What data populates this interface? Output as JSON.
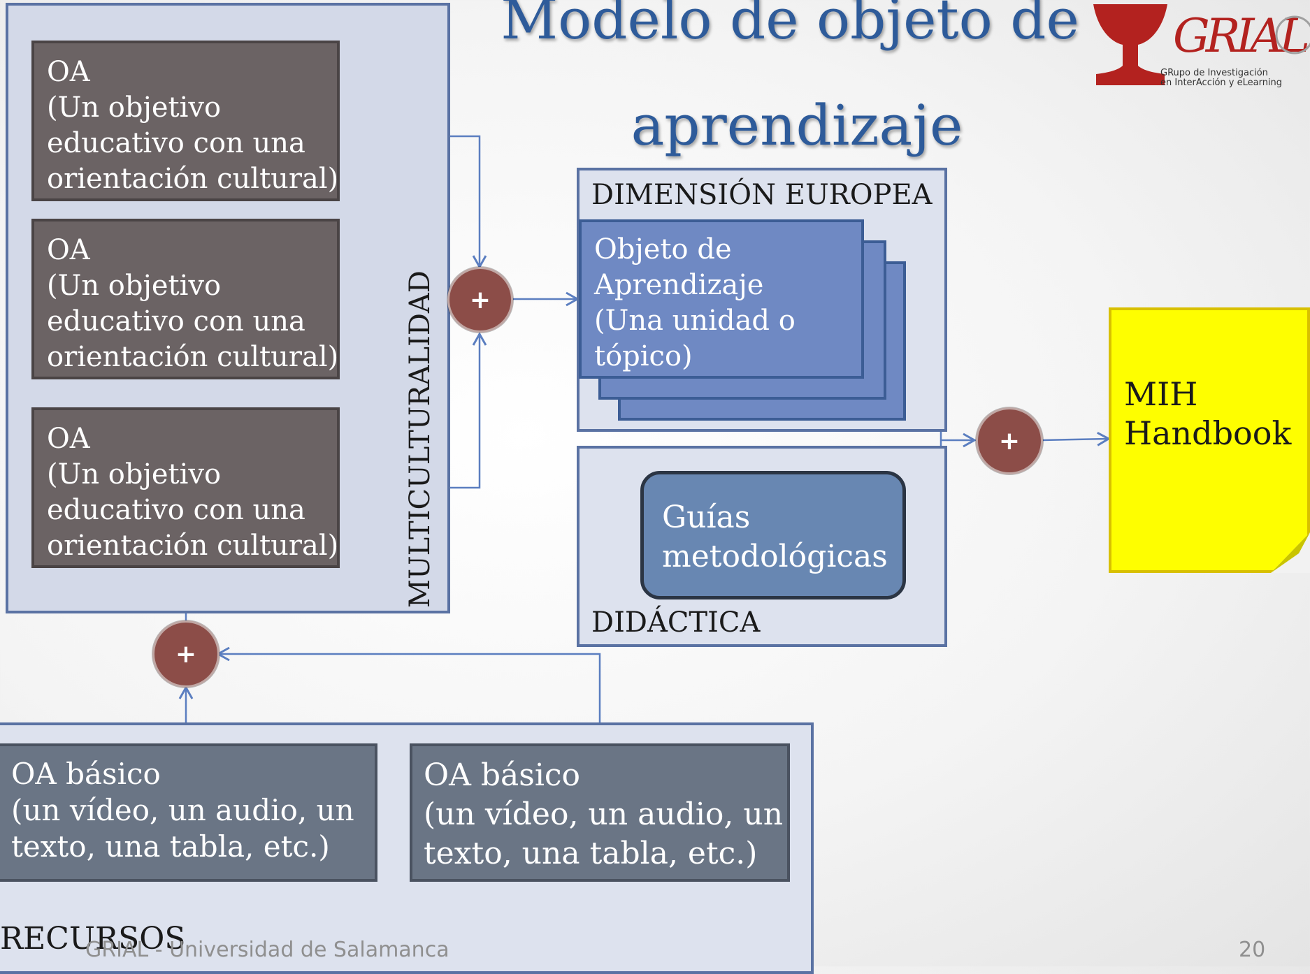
{
  "title": {
    "line1": "Modelo de objeto de",
    "line2": "aprendizaje"
  },
  "logo": {
    "letters": "GRIAL",
    "line1": "GRupo de Investigación",
    "line2": "en InterAcción y eLearning"
  },
  "multiculturalidad": {
    "label": "MULTICULTURALIDAD",
    "boxes": [
      {
        "l1": "OA",
        "l2": "(Un objetivo",
        "l3": "educativo con una",
        "l4": "orientación cultural)"
      },
      {
        "l1": "OA",
        "l2": "(Un objetivo",
        "l3": "educativo con una",
        "l4": "orientación cultural)"
      },
      {
        "l1": "OA",
        "l2": "(Un objetivo",
        "l3": "educativo con una",
        "l4": "orientación cultural)"
      }
    ]
  },
  "dimension": {
    "label": "DIMENSIÓN EUROPEA",
    "lo": {
      "l1": "Objeto de",
      "l2": "Aprendizaje",
      "l3": "(Una unidad o",
      "l4": "tópico)"
    }
  },
  "didactica": {
    "label": "DIDÁCTICA",
    "guias": {
      "l1": "Guías",
      "l2": "metodológicas"
    }
  },
  "recursos": {
    "label": "RECURSOS",
    "boxes": [
      {
        "l1": "OA básico",
        "l2": "(un vídeo, un audio, un",
        "l3": "texto, una tabla, etc.)"
      },
      {
        "l1": "OA básico",
        "l2": "(un vídeo, un audio, un",
        "l3": "texto, una tabla, etc.)"
      }
    ]
  },
  "handbook": {
    "l1": "MIH",
    "l2": "Handbook"
  },
  "plus_symbol": "+",
  "footer": {
    "text": "GRIAL - Universidad de Salamanca",
    "page": "20"
  },
  "colors": {
    "accent": "#2e5b9a",
    "plus": "#8c4d48",
    "note": "#fefe00",
    "oa": "#6b6364",
    "lo": "#6f89c3"
  }
}
